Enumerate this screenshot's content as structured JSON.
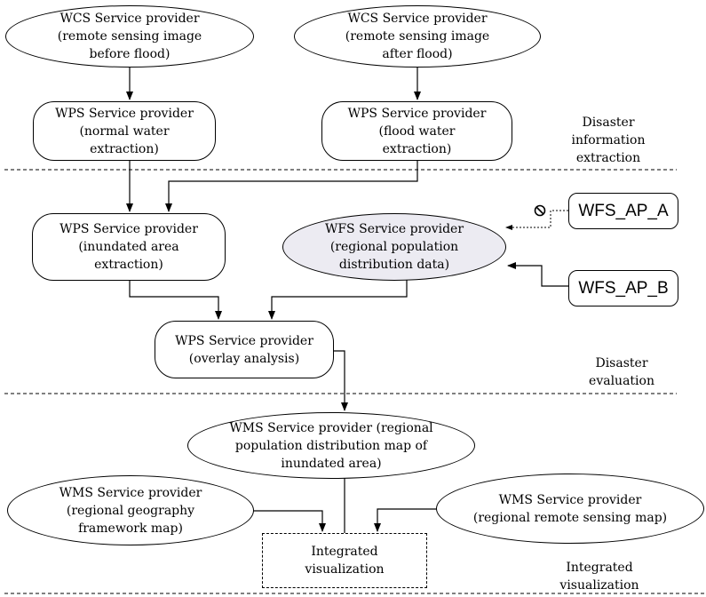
{
  "nodes": {
    "wcs_before": "WCS Service provider\n(remote sensing image\nbefore flood)",
    "wcs_after": "WCS Service provider\n(remote sensing image\nafter flood)",
    "wps_normal": "WPS Service provider\n(normal water\nextraction)",
    "wps_flood": "WPS Service provider\n(flood water\nextraction)",
    "wps_inundated": "WPS Service provider\n(inundated area\nextraction)",
    "wfs_population": "WFS Service provider\n(regional population\ndistribution data)",
    "wfs_ap_a": "WFS_AP_A",
    "wfs_ap_b": "WFS_AP_B",
    "wps_overlay": "WPS Service provider\n(overlay analysis)",
    "wms_inundated_map": "WMS Service provider (regional\npopulation distribution map of\ninundated area)",
    "wms_geography": "WMS Service provider\n(regional geography\nframework map)",
    "wms_remote": "WMS Service provider\n(regional remote sensing map)",
    "integrated": "Integrated\nvisualization"
  },
  "stages": {
    "extraction": "Disaster\ninformation\nextraction",
    "evaluation": "Disaster\nevaluation",
    "visualization": "Integrated\nvisualization"
  },
  "colors": {
    "line": "#000000",
    "shaded_fill": "#ecebf2"
  }
}
